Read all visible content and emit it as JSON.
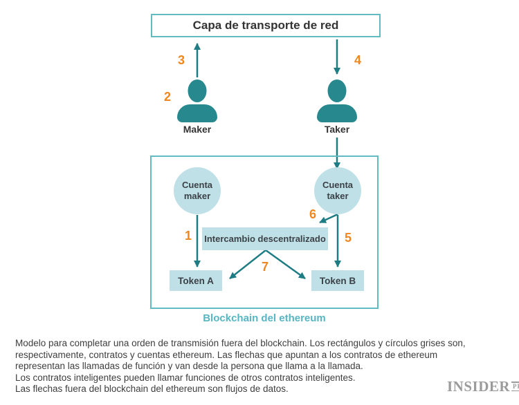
{
  "colors": {
    "arrow_teal": "#1e7d84",
    "icon_teal": "#27898e",
    "border_teal": "#62bac3",
    "node_fill": "#bfe0e7",
    "step_orange": "#f0861e",
    "caption_teal": "#58b5c3",
    "title_text": "#333333",
    "footer_text": "#3d3d3d",
    "logo_gray": "#9b9b9b"
  },
  "diagram": {
    "transport_box_label": "Capa de transporte de red",
    "maker_label": "Maker",
    "taker_label": "Taker",
    "cuenta_maker_label": "Cuenta maker",
    "cuenta_taker_label": "Cuenta taker",
    "exchange_label": "Intercambio descentralizado",
    "token_a_label": "Token A",
    "token_b_label": "Token B",
    "caption": "Blockchain del ethereum",
    "steps": {
      "n1": "1",
      "n2": "2",
      "n3": "3",
      "n4": "4",
      "n5": "5",
      "n6": "6",
      "n7": "7"
    }
  },
  "footer": {
    "lines": [
      "Modelo para completar una orden de transmisión fuera del blockchain. Los rectángulos y círculos grises son,",
      "respectivamente, contratos y cuentas ethereum. Las flechas que apuntan a los contratos de ethereum",
      "representan las llamadas de función y van desde la persona que llama a la llamada.",
      "Los contratos inteligentes pueden llamar funciones de otros contratos inteligentes.",
      "Las flechas fuera del blockchain del ethereum son flujos de datos."
    ],
    "logo_main": "INSIDER",
    "logo_sub": "PRO"
  }
}
